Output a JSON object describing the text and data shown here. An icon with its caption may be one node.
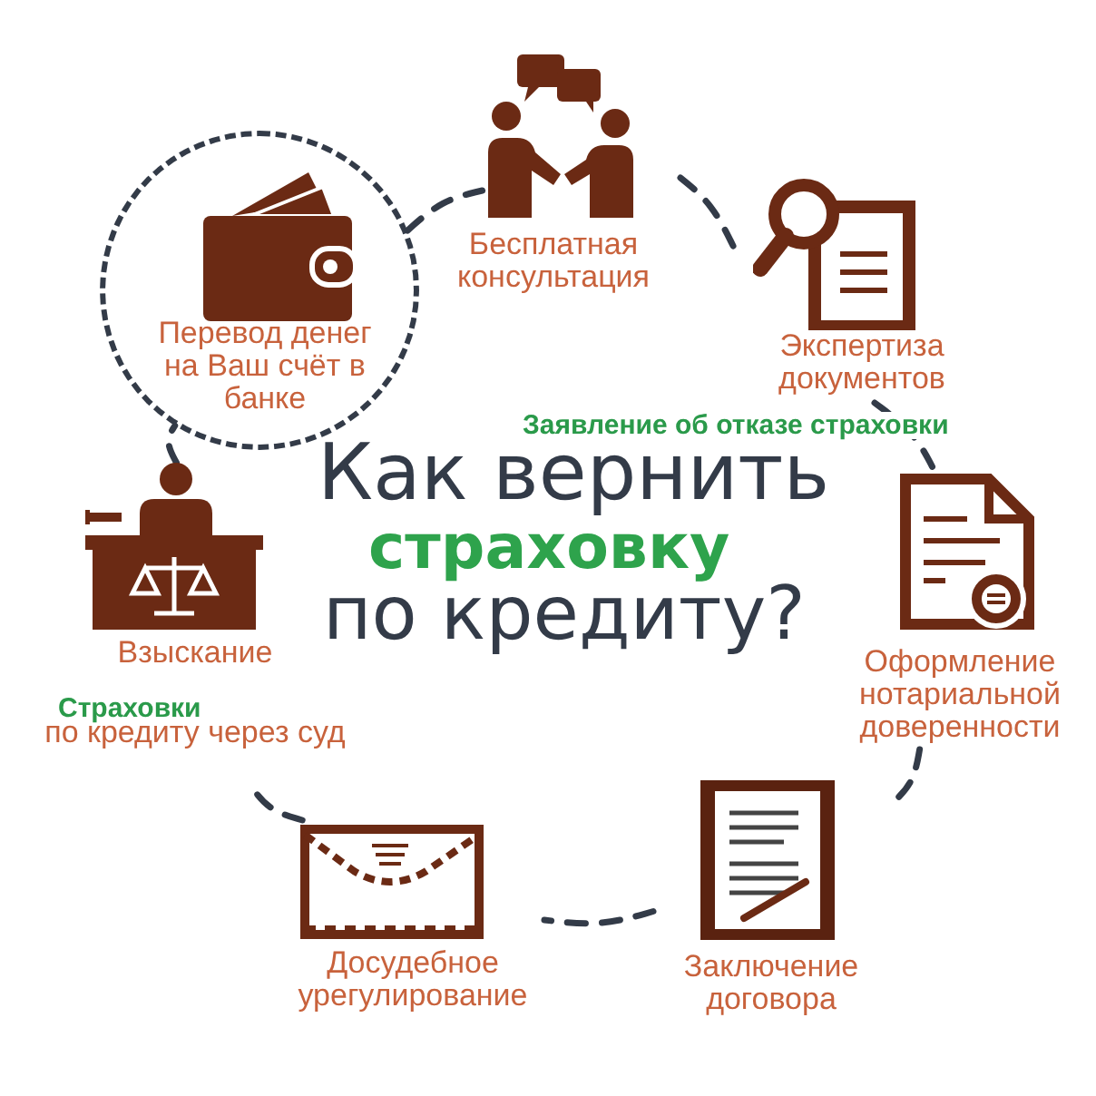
{
  "diagram": {
    "nodes": [
      {
        "text": [
          "Бесплатная консультация"
        ]
      },
      {
        "text": [
          "Перевод денег на Ваш счёт в банке"
        ]
      },
      {
        "text": [
          "Экспертиза документов"
        ]
      },
      {
        "text": [
          "Оформление нотариальной доверенности"
        ]
      },
      {
        "text": [
          "Взыскание",
          "по кредиту через суд"
        ]
      },
      {
        "text": [
          "Досудебное урегулирование"
        ]
      },
      {
        "text": [
          "Заключение договора"
        ]
      }
    ],
    "edges": [
      {
        "from": 0,
        "to": 2,
        "arrow": "none",
        "style": "dashed"
      },
      {
        "from": 2,
        "to": 3,
        "arrow": "none",
        "style": "dashed"
      },
      {
        "from": 3,
        "to": 6,
        "arrow": "none",
        "style": "dashed"
      },
      {
        "from": 6,
        "to": 5,
        "arrow": "none",
        "style": "dashed"
      },
      {
        "from": 5,
        "to": 4,
        "arrow": "none",
        "style": "dashed"
      },
      {
        "from": 4,
        "to": 1,
        "arrow": "none",
        "style": "dashed"
      },
      {
        "from": 1,
        "to": 0,
        "arrow": "none",
        "style": "dashed"
      }
    ],
    "labels": [
      "Заявление об отказе страховки",
      "Как вернить",
      "страховку",
      "по кредиту?",
      "Страховки"
    ]
  }
}
